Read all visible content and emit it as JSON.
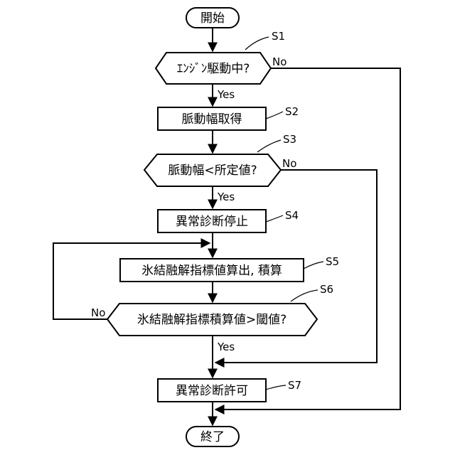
{
  "nodes": {
    "start": "開始",
    "s1": "ｴﾝｼﾞﾝ駆動中?",
    "s2": "脈動幅取得",
    "s3": "脈動幅<所定値?",
    "s4": "異常診断停止",
    "s5": "氷結融解指標値算出, 積算",
    "s6": "氷結融解指標積算値>閾値?",
    "s7": "異常診断許可",
    "end": "終了"
  },
  "steps": {
    "s1": "S1",
    "s2": "S2",
    "s3": "S3",
    "s4": "S4",
    "s5": "S5",
    "s6": "S6",
    "s7": "S7"
  },
  "branches": {
    "s1_yes": "Yes",
    "s1_no": "No",
    "s3_yes": "Yes",
    "s3_no": "No",
    "s6_yes": "Yes",
    "s6_no": "No"
  }
}
